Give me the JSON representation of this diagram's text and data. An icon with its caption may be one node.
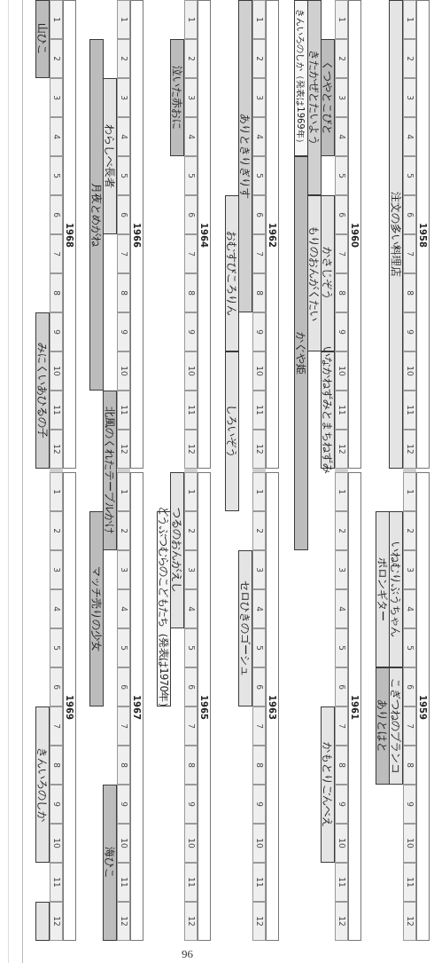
{
  "diagram": {
    "nodes": [
      {
        "text": [
          "注文の多い料理店"
        ]
      },
      {
        "text": [
          "いねむりぶうちゃん"
        ]
      },
      {
        "text": [
          "ポロンギター"
        ]
      },
      {
        "text": [
          "こぎつねのブランコ"
        ]
      },
      {
        "text": [
          "ありとはと"
        ]
      },
      {
        "text": [
          "くつやとこびと"
        ]
      },
      {
        "text": [
          "きたかぜとたいよう"
        ]
      },
      {
        "text": [
          "きんいろのしか（発表は1969年）"
        ]
      },
      {
        "text": [
          "かぐや姫"
        ]
      },
      {
        "text": [
          "かさじぞう"
        ]
      },
      {
        "text": [
          "もりのおんがくたい"
        ]
      },
      {
        "text": [
          "いなかねずみとまちねずみ"
        ]
      },
      {
        "text": [
          "かもとりごんべえ"
        ]
      },
      {
        "text": [
          "ありときりぎりす"
        ]
      },
      {
        "text": [
          "おむすびころりん"
        ]
      },
      {
        "text": [
          "しろいぞう"
        ]
      },
      {
        "text": [
          "セロひきのゴーシュ"
        ]
      },
      {
        "text": [
          "泣いた赤おに"
        ]
      },
      {
        "text": [
          "つるのおんがえし"
        ]
      },
      {
        "text": [
          "どうぶつむらのこどもたち（発表は1970年）"
        ]
      },
      {
        "text": [
          "わらしべ長者"
        ]
      },
      {
        "text": [
          "月夜とめがね"
        ]
      },
      {
        "text": [
          "北風のくれたテーブルかけ"
        ]
      },
      {
        "text": [
          "マッチ売りの少女"
        ]
      },
      {
        "text": [
          "海ひこ"
        ]
      },
      {
        "text": [
          "山ひこ"
        ]
      },
      {
        "text": [
          "みにくいあひるの子"
        ]
      },
      {
        "text": [
          "きんいろのしか"
        ]
      },
      {
        "text": [],
        "shape": "bar"
      }
    ],
    "labels": [
      "1958",
      "1959",
      "1",
      "2",
      "3",
      "4",
      "5",
      "6",
      "7",
      "8",
      "9",
      "10",
      "11",
      "12",
      "1",
      "2",
      "3",
      "4",
      "5",
      "6",
      "7",
      "8",
      "9",
      "10",
      "11",
      "12",
      "1960",
      "1961",
      "1",
      "2",
      "3",
      "4",
      "5",
      "6",
      "7",
      "8",
      "9",
      "10",
      "11",
      "12",
      "1",
      "2",
      "3",
      "4",
      "5",
      "6",
      "7",
      "8",
      "9",
      "10",
      "11",
      "12",
      "1962",
      "1963",
      "1",
      "2",
      "3",
      "4",
      "5",
      "6",
      "7",
      "8",
      "9",
      "10",
      "11",
      "12",
      "1",
      "2",
      "3",
      "4",
      "5",
      "6",
      "7",
      "8",
      "9",
      "10",
      "11",
      "12",
      "1964",
      "1965",
      "1",
      "2",
      "3",
      "4",
      "5",
      "6",
      "7",
      "8",
      "9",
      "10",
      "11",
      "12",
      "1",
      "2",
      "3",
      "4",
      "5",
      "6",
      "7",
      "8",
      "9",
      "10",
      "11",
      "12",
      "1966",
      "1967",
      "1",
      "2",
      "3",
      "4",
      "5",
      "6",
      "7",
      "8",
      "9",
      "10",
      "11",
      "12",
      "1",
      "2",
      "3",
      "4",
      "5",
      "6",
      "7",
      "8",
      "9",
      "10",
      "11",
      "12",
      "1968",
      "1969",
      "1",
      "2",
      "3",
      "4",
      "5",
      "6",
      "7",
      "8",
      "9",
      "10",
      "11",
      "12",
      "1",
      "2",
      "3",
      "4",
      "5",
      "6",
      "7",
      "8",
      "9",
      "10",
      "11",
      "12",
      "96"
    ]
  }
}
